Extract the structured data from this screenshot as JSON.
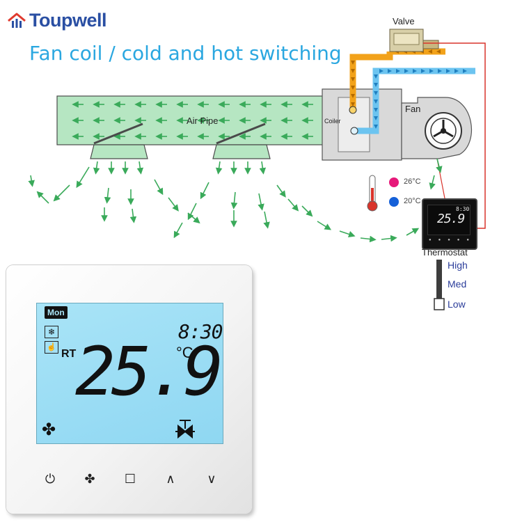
{
  "brand": {
    "name": "Toupwell"
  },
  "headline": "Fan coil / cold and hot switching",
  "labels": {
    "valve": "Valve",
    "air_pipe": "Air Pipe",
    "coiler": "Coiler",
    "fan": "Fan",
    "thermostat": "Thermostat",
    "hot_temp": "26°C",
    "cold_temp": "20°C"
  },
  "speeds": [
    "High",
    "Med",
    "Low"
  ],
  "mini_display": {
    "temp": "25.9",
    "clock": "8:30"
  },
  "display": {
    "day": "Mon",
    "clock": "8:30",
    "mode_label": "RT",
    "temperature": "25.9",
    "unit": "°C"
  },
  "buttons": [
    {
      "name": "power-icon",
      "glyph": "⏻"
    },
    {
      "name": "fan-icon",
      "glyph": "✤"
    },
    {
      "name": "mode-square-icon",
      "glyph": "☐"
    },
    {
      "name": "up-icon",
      "glyph": "∧"
    },
    {
      "name": "down-icon",
      "glyph": "∨"
    }
  ],
  "colors": {
    "brand": "#2a4fa3",
    "headline": "#2aa7e0",
    "hot_pipe": "#f2a21a",
    "cold_pipe": "#6cc4f0",
    "wire": "#d9342b",
    "airflow": "#3aaa5a",
    "screen": "#a9e4f7"
  }
}
